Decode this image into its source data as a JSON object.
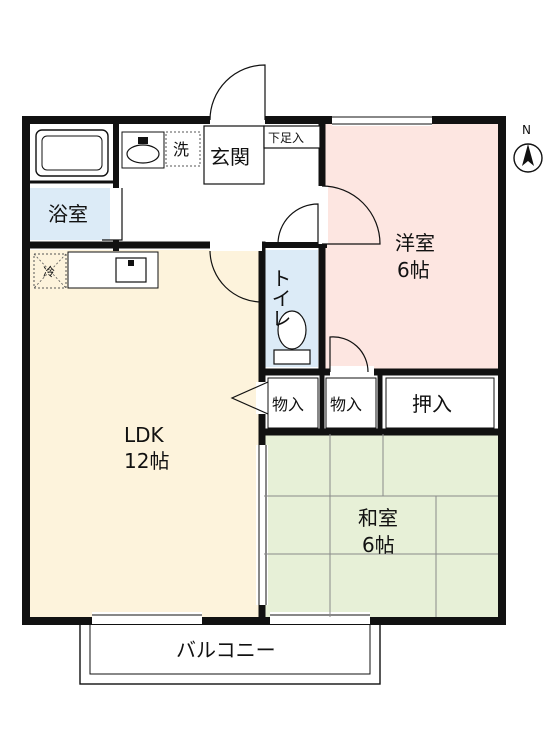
{
  "compass": {
    "north_label": "N"
  },
  "rooms": {
    "entrance": "玄関",
    "shoe_storage": "下足入",
    "bath": "浴室",
    "washer": "洗",
    "fridge": "冷",
    "western_room": {
      "name": "洋室",
      "size": "6帖"
    },
    "toilet": "トイレ",
    "closet_1": "物入",
    "closet_2": "物入",
    "oshiire": "押入",
    "ldk": {
      "name": "LDK",
      "size": "12帖"
    },
    "japanese_room": {
      "name": "和室",
      "size": "6帖"
    },
    "balcony": "バルコニー"
  },
  "colors": {
    "wall": "#111111",
    "ldk": "#fdf3dc",
    "western": "#fde6e1",
    "japanese": "#e7f0d7",
    "wet_area": "#dcebf7",
    "tatami_line": "#8a8a8a"
  }
}
